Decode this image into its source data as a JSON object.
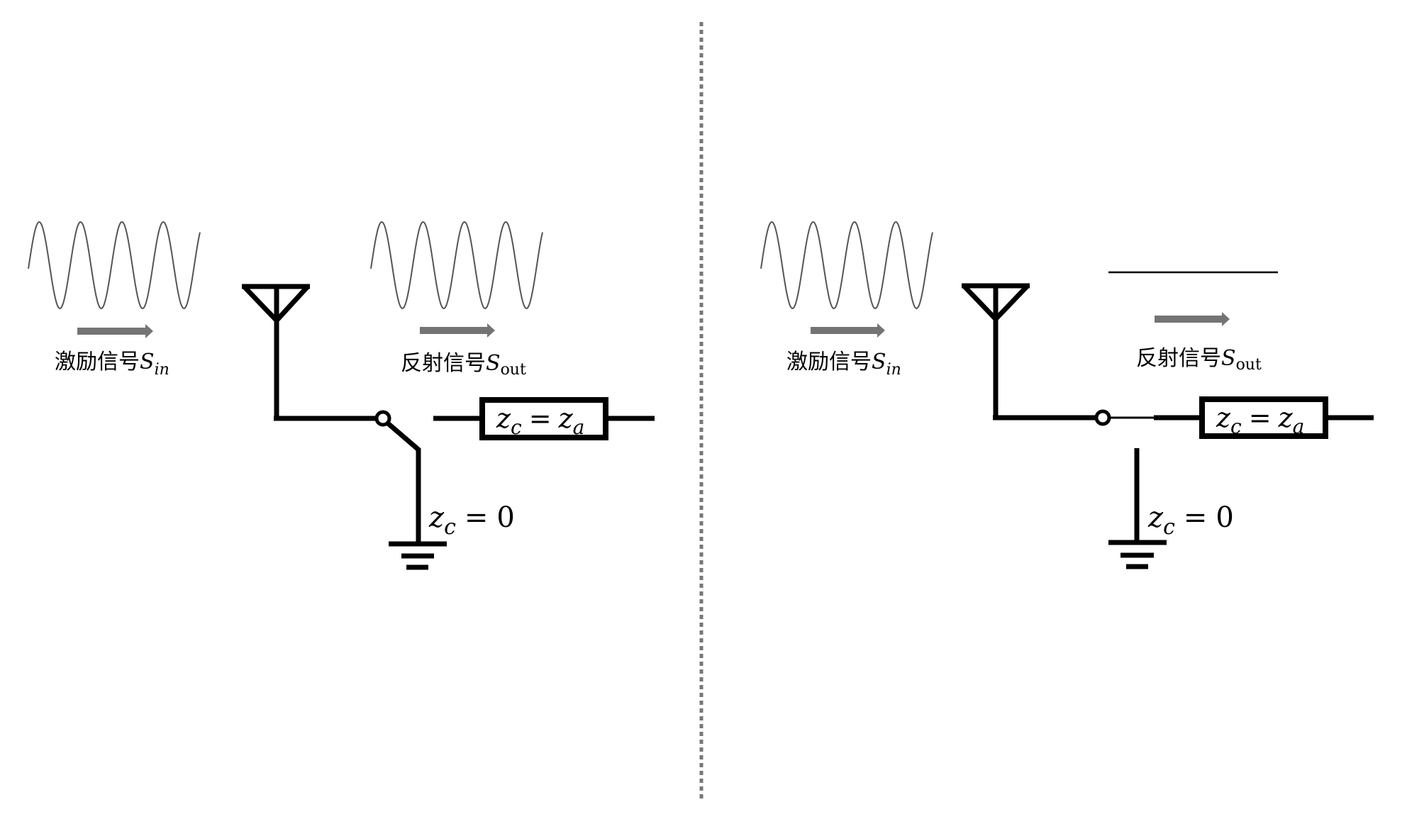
{
  "figure": {
    "panels": [
      {
        "id": "left",
        "state": "matched-load-disconnected / switch to ground",
        "incident": {
          "label_cn": "激励信号",
          "symbol": "S",
          "subscript": "in"
        },
        "reflected": {
          "label_cn": "反射信号",
          "symbol": "S",
          "subscript": "out",
          "wave_shown": true
        },
        "load": {
          "lhs": "z",
          "lhs_sub": "c",
          "eq": "=",
          "rhs": "z",
          "rhs_sub": "a"
        },
        "ground": {
          "lhs": "z",
          "lhs_sub": "c",
          "eq": "=",
          "rhs": "0"
        },
        "switch_position": "ground"
      },
      {
        "id": "right",
        "state": "switch to matched load",
        "incident": {
          "label_cn": "激励信号",
          "symbol": "S",
          "subscript": "in"
        },
        "reflected": {
          "label_cn": "反射信号",
          "symbol": "S",
          "subscript": "out",
          "wave_shown": false
        },
        "load": {
          "lhs": "z",
          "lhs_sub": "c",
          "eq": "=",
          "rhs": "z",
          "rhs_sub": "a"
        },
        "ground": {
          "lhs": "z",
          "lhs_sub": "c",
          "eq": "=",
          "rhs": "0"
        },
        "switch_position": "load"
      }
    ],
    "wave_cycles": 4,
    "colors": {
      "wire": "#000000",
      "wave": "#555555",
      "arrow": "#747474",
      "divider": "#777777"
    }
  }
}
